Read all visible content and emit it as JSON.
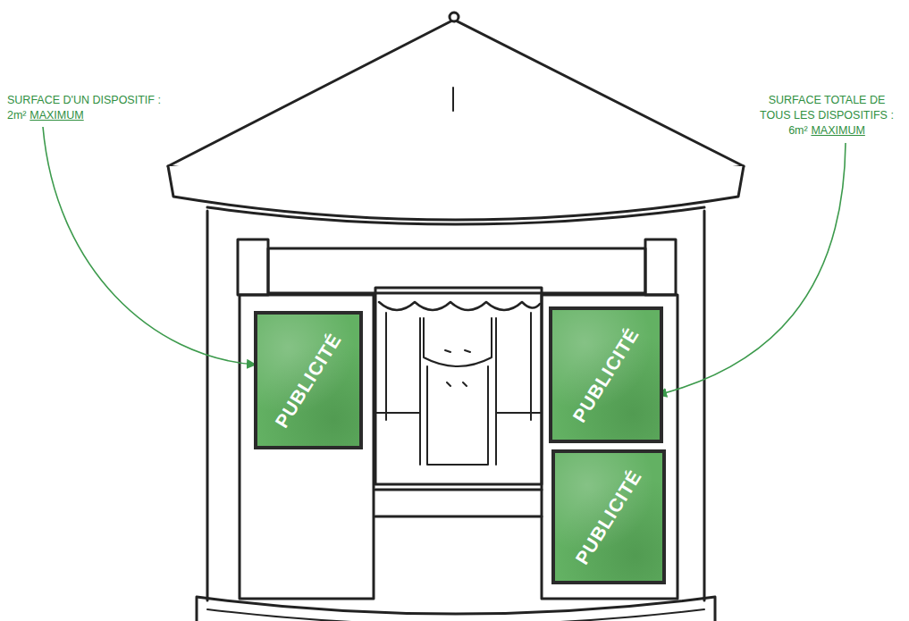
{
  "diagram": {
    "nodes": [
      {
        "text": [
          "PUBLICITÉ"
        ]
      },
      {
        "text": [
          "PUBLICITÉ"
        ]
      },
      {
        "text": [
          "PUBLICITÉ"
        ]
      }
    ],
    "labels": [
      "SURFACE D'UN DISPOSITIF :",
      "2m²",
      "MAXIMUM",
      "SURFACE TOTALE DE",
      "TOUS LES DISPOSITIFS :",
      "6m²",
      "MAXIMUM"
    ]
  }
}
